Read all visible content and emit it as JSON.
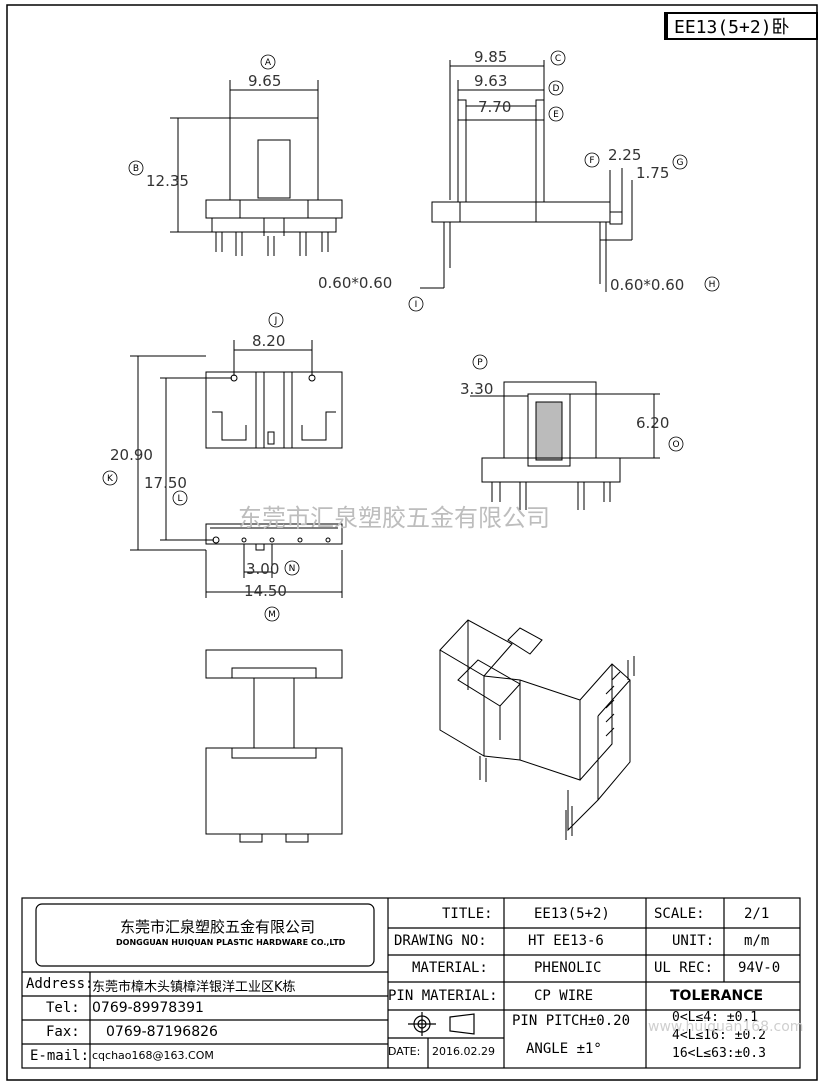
{
  "title_tag": "EE13(5+2)卧",
  "dimensions": {
    "A": "9.65",
    "B": "12.35",
    "C": "9.85",
    "D": "9.63",
    "E": "7.70",
    "F": "2.25",
    "G": "1.75",
    "I": "0.60*0.60",
    "H": "0.60*0.60",
    "J": "8.20",
    "K": "20.90",
    "L": "17.50",
    "N": "3.00",
    "M": "14.50",
    "P": "3.30",
    "O": "6.20"
  },
  "callouts": [
    "A",
    "B",
    "C",
    "D",
    "E",
    "F",
    "G",
    "H",
    "I",
    "J",
    "K",
    "L",
    "M",
    "N",
    "O",
    "P"
  ],
  "watermark": "东莞市汇泉塑胶五金有限公司",
  "company": {
    "name_cn": "东莞市汇泉塑胶五金有限公司",
    "name_en": "DONGGUAN HUIQUAN PLASTIC HARDWARE CO.,LTD"
  },
  "contact": {
    "address_label": "Address:",
    "address": "东莞市樟木头镇樟洋银洋工业区K栋",
    "tel_label": "Tel:",
    "tel": "0769-89978391",
    "fax_label": "Fax:",
    "fax": "0769-87196826",
    "email_label": "E-mail:",
    "email": "cqchao168@163.COM"
  },
  "spec": {
    "title_label": "TITLE:",
    "title": "EE13(5+2)",
    "drawing_no_label": "DRAWING NO:",
    "drawing_no": "HT EE13-6",
    "material_label": "MATERIAL:",
    "material": "PHENOLIC",
    "pin_material_label": "PIN MATERIAL:",
    "pin_material": "CP WIRE",
    "pin_pitch": "PIN PITCH±0.20",
    "angle": "ANGLE  ±1°",
    "date_label": "DATE:",
    "date": "2016.02.29",
    "scale_label": "SCALE:",
    "scale": "2/1",
    "unit_label": "UNIT:",
    "unit": "m/m",
    "ul_label": "UL REC:",
    "ul": "94V-0",
    "tolerance_label": "TOLERANCE",
    "tol1": "0<L≤4:  ±0.1",
    "tol2": "4<L≤16: ±0.2",
    "tol3": "16<L≤63:±0.3"
  },
  "web_watermark": "www.huiquan168.com"
}
